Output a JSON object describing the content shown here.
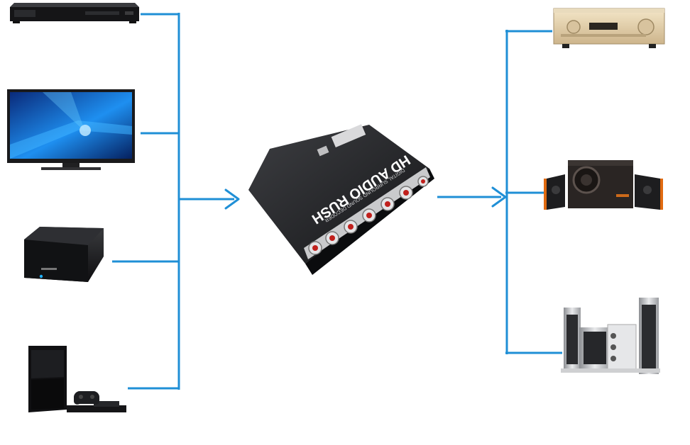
{
  "decoder": {
    "brand_text": "HD AUDIO RUSH",
    "sub_text": "DIGITAL SURROUND SOUND DECODER"
  },
  "sources": [
    {
      "name": "blu-ray-player"
    },
    {
      "name": "tv"
    },
    {
      "name": "media-box"
    },
    {
      "name": "game-console"
    }
  ],
  "outputs": [
    {
      "name": "av-receiver"
    },
    {
      "name": "subwoofer-speaker-set"
    },
    {
      "name": "home-theater-speaker-set"
    }
  ],
  "colors": {
    "connector": "#1f8fd6",
    "rca_red": "#c0201c",
    "decoder_body": "#1b1c1e"
  }
}
